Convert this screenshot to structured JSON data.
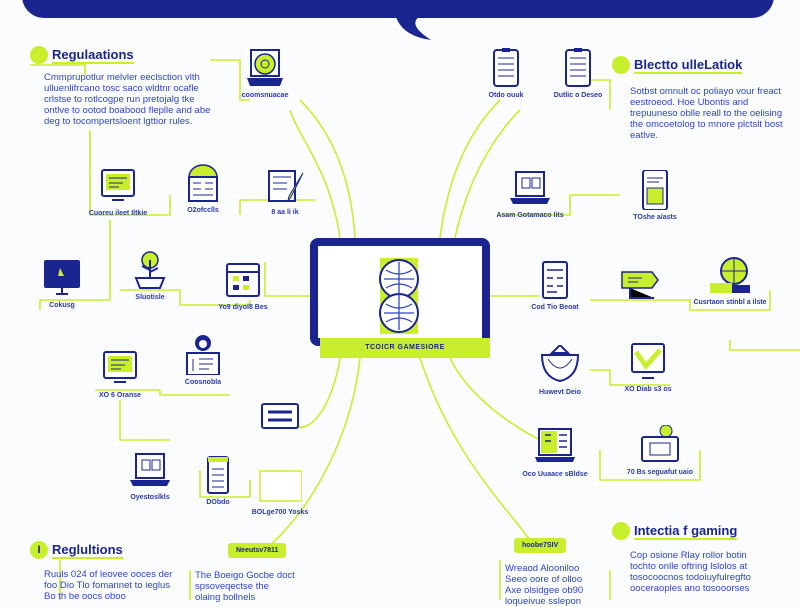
{
  "colors": {
    "navy": "#1b2590",
    "lime": "#c9ee2c",
    "text": "#2f44c8"
  },
  "center": {
    "label": "TCOICR GAMESIORE",
    "icon": "globe-icon"
  },
  "sections": [
    {
      "title": "Regulaations",
      "marker": "",
      "body": "Cmmprupotlur melvler eeclsction vlth ulluenlifrcano tosc saco wldtnr ocafle crlstse to rotlcogpe run pretojalg tke ontlve to ootod boabood fleplle and abe deg to tocompertsloent lgttior rules."
    },
    {
      "title": "Blectto ulleLatiok",
      "marker": "",
      "body": "Sotbst omnult oc poliayo vour freact eestroeod. Hoe Ubontis and trepuuneso oblle reall to the oelising the omcoetolog to mnore plctslt bost eatlve."
    },
    {
      "title": "Reglultions",
      "marker": "I",
      "body": "Ruuls 024 of leovee ooces der foo Dio Tlo fomannet to ieglus Bo th be oocs oboo"
    },
    {
      "title": "Intectia f gaming",
      "marker": "",
      "body": "Cop osione Rlay rollor botin tochto onlle oftring lslolos at tosocoocnos todoiuyfulregfto ooceraoples ano tosooorses"
    }
  ],
  "notes": [
    {
      "text": "The Boeigo Gocbe doct spsoveqectse the olaing bollnels"
    },
    {
      "text": "Wreaod Alooniloo Seeo oore of olloo Axe olsidgee ob90 loqueivue sslepon"
    }
  ],
  "pills": [
    "Neeutsv7811",
    "hoobe7SIV"
  ],
  "nodes": [
    {
      "icon": "laptop-shield-icon",
      "label": "coomsnuacae"
    },
    {
      "icon": "clipboard-icon",
      "label": "Otdo ouuk"
    },
    {
      "icon": "clipboard-icon",
      "label": "Dutlic o Deseo"
    },
    {
      "icon": "monitor-document-icon",
      "label": "Cuoreu ileet Iltkie"
    },
    {
      "icon": "document-sun-icon",
      "label": "O2ofcclls"
    },
    {
      "icon": "document-pen-icon",
      "label": "8 aa li ik"
    },
    {
      "icon": "laptop-icon",
      "label": "Asam Gotamaco lits"
    },
    {
      "icon": "phone-icon",
      "label": "TOshe a/asts"
    },
    {
      "icon": "monitor-icon",
      "label": "Cokusg"
    },
    {
      "icon": "plant-icon",
      "label": "Sluotisle"
    },
    {
      "icon": "calendar-icon",
      "label": "Yo9 diyol8 Bes"
    },
    {
      "icon": "checklist-icon",
      "label": "Cod Tio Beoat"
    },
    {
      "icon": "sign-icon",
      "label": ""
    },
    {
      "icon": "globe-stand-icon",
      "label": "Cusrtaon stinbl a ilste"
    },
    {
      "icon": "monitor-document-icon",
      "label": "XO 6 Oranse"
    },
    {
      "icon": "profile-card-icon",
      "label": "Coosnobla"
    },
    {
      "icon": "panel-icon",
      "label": ""
    },
    {
      "icon": "shield-icon",
      "label": "Huwevt Deio"
    },
    {
      "icon": "monitor-check-icon",
      "label": "XO Diab s3 os"
    },
    {
      "icon": "laptop-icon",
      "label": "Oyestoslkls"
    },
    {
      "icon": "server-icon",
      "label": "DObdo"
    },
    {
      "icon": "text-box-icon",
      "label": "BOLge700 Yosks"
    },
    {
      "icon": "laptop-chart-icon",
      "label": "Oco Uuaace sBldse"
    },
    {
      "icon": "monitor-badge-icon",
      "label": "70 Bs seguafut uaio"
    }
  ]
}
